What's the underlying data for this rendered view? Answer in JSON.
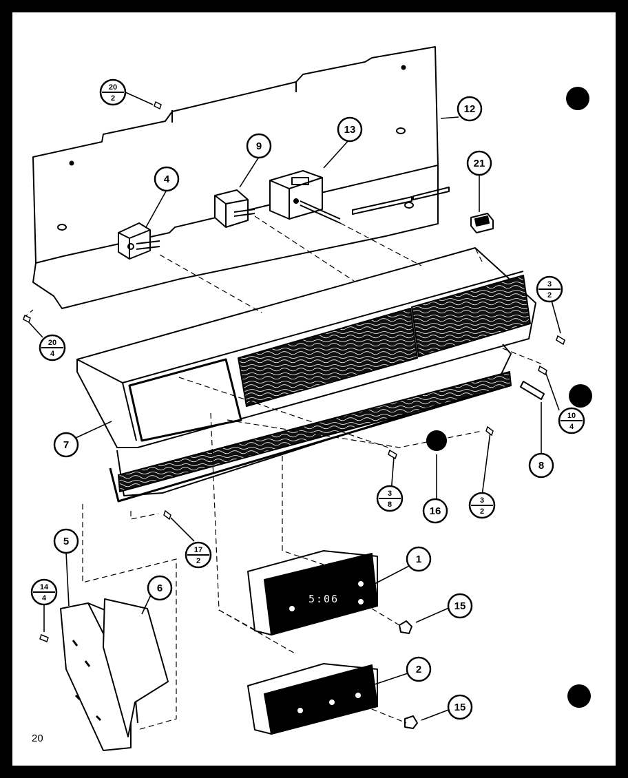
{
  "page_number": "20",
  "clock_display": "5:06",
  "callouts": [
    {
      "id": "c12",
      "label": "12"
    },
    {
      "id": "c13",
      "label": "13"
    },
    {
      "id": "c9",
      "label": "9"
    },
    {
      "id": "c4",
      "label": "4"
    },
    {
      "id": "c21",
      "label": "21"
    },
    {
      "id": "c7",
      "label": "7"
    },
    {
      "id": "c8",
      "label": "8"
    },
    {
      "id": "c16",
      "label": "16"
    },
    {
      "id": "c5",
      "label": "5"
    },
    {
      "id": "c6",
      "label": "6"
    },
    {
      "id": "c1",
      "label": "1"
    },
    {
      "id": "c2",
      "label": "2"
    },
    {
      "id": "c15a",
      "label": "15"
    },
    {
      "id": "c15b",
      "label": "15"
    }
  ],
  "fraction_callouts": [
    {
      "id": "f20_2",
      "top": "20",
      "bottom": "2"
    },
    {
      "id": "f20_4",
      "top": "20",
      "bottom": "4"
    },
    {
      "id": "f3_2a",
      "top": "3",
      "bottom": "2"
    },
    {
      "id": "f10_4",
      "top": "10",
      "bottom": "4"
    },
    {
      "id": "f3_8",
      "top": "3",
      "bottom": "8"
    },
    {
      "id": "f3_2b",
      "top": "3",
      "bottom": "2"
    },
    {
      "id": "f17_2",
      "top": "17",
      "bottom": "2"
    },
    {
      "id": "f14_4",
      "top": "14",
      "bottom": "4"
    }
  ]
}
